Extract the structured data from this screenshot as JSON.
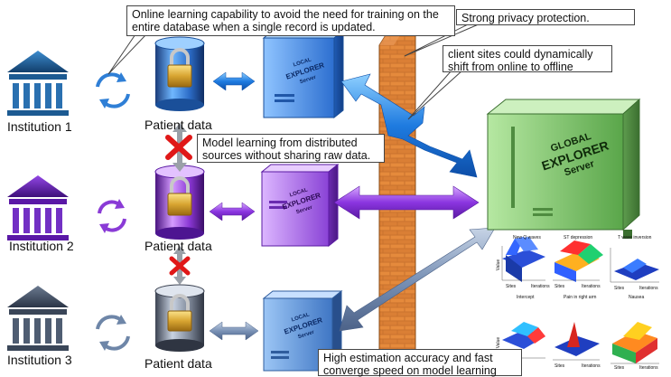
{
  "institutions": [
    {
      "label": "Institution 1",
      "color": "#1a5a8a"
    },
    {
      "label": "Institution 2",
      "color": "#5b1aa0"
    },
    {
      "label": "Institution 3",
      "color": "#3b4a5e"
    }
  ],
  "patient_data_label": "Patient data",
  "local_server": {
    "line1": "LOCAL",
    "line2": "EXPLORER",
    "line3": "Server"
  },
  "global_server": {
    "line1": "GLOBAL",
    "line2": "EXPLORER",
    "line3": "Server"
  },
  "callouts": {
    "online": "Online learning capability to avoid the need for training on the entire database when a single record is updated.",
    "privacy": "Strong privacy protection.",
    "dynamic": "client sites could dynamically shift from online to offline",
    "distributed": "Model learning from distributed sources without sharing raw data.",
    "accuracy": "High estimation accuracy and fast converge speed on model learning"
  },
  "mini_plots": {
    "titles": [
      "New Q waves",
      "ST depression",
      "T wave inversion",
      "Intercept",
      "Pain in right arm",
      "Nausea"
    ],
    "axis_labels": {
      "x": "Iterations",
      "y": "Sites",
      "z": "Value"
    }
  },
  "colors": {
    "blue": "#2f7fd6",
    "purple": "#8a3bd6",
    "slate": "#6e86a8",
    "brick": "#d9782b",
    "global_green": "#7fc46a"
  }
}
